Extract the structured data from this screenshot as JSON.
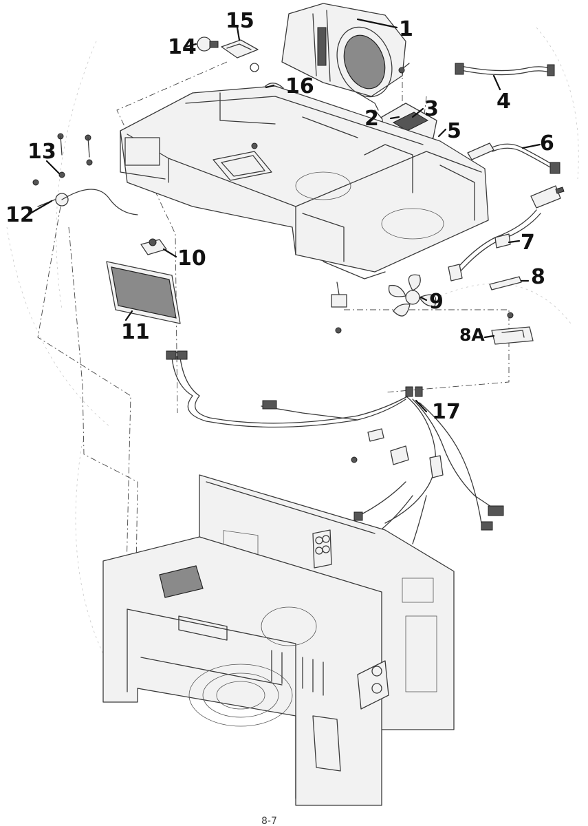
{
  "diagram": {
    "callouts": [
      "1",
      "2",
      "3",
      "4",
      "5",
      "6",
      "7",
      "8",
      "8A",
      "9",
      "10",
      "11",
      "12",
      "13",
      "14",
      "15",
      "16",
      "17"
    ],
    "page_number": "8-7"
  }
}
